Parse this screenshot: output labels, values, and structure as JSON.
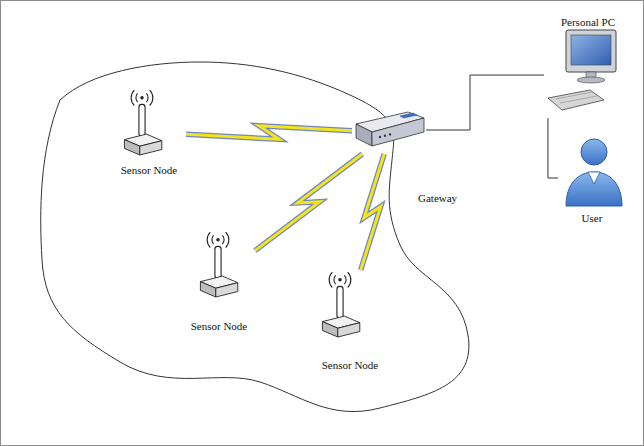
{
  "diagram": {
    "nodes": [
      {
        "text": [
          "Sensor Node"
        ]
      },
      {
        "text": [
          "Sensor Node"
        ]
      },
      {
        "text": [
          "Sensor Node"
        ]
      },
      {
        "text": [
          "Gateway"
        ]
      },
      {
        "text": [
          "Personal PC"
        ]
      },
      {
        "text": [
          "User"
        ]
      }
    ],
    "edges": [
      {
        "from": 0,
        "to": 3,
        "arrow": "none"
      },
      {
        "from": 1,
        "to": 3,
        "arrow": "none"
      },
      {
        "from": 2,
        "to": 3,
        "arrow": "none"
      },
      {
        "from": 3,
        "to": 4,
        "arrow": "none"
      },
      {
        "from": 4,
        "to": 5,
        "arrow": "none"
      }
    ]
  }
}
